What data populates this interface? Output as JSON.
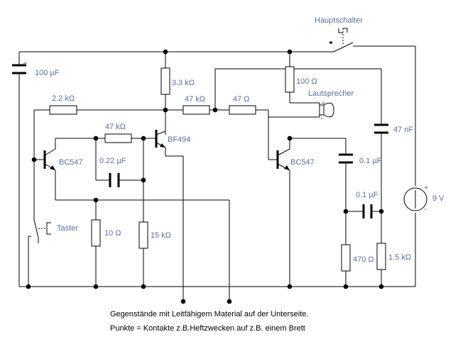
{
  "labels": {
    "main_switch": "Hauptschalter",
    "c1": "100 µF",
    "r_3k3": "3.3 kΩ",
    "r_100": "100 Ω",
    "speaker": "Lautsprecher",
    "r_2k2": "2.2 kΩ",
    "r_47k_top": "47 kΩ",
    "r_47": "47 Ω",
    "r_47k_mid": "47 kΩ",
    "c_47n": "47 nF",
    "t_bf494": "BF494",
    "t_bc547_left": "BC547",
    "c_022u": "0.22 µF",
    "t_bc547_right": "BC547",
    "c_01u_top": "0.1 µF",
    "battery": "9 V",
    "c_01u_mid": "0.1 µF",
    "button": "Taster",
    "r_10": "10 Ω",
    "r_15k": "15 kΩ",
    "r_470": "470 Ω",
    "r_1k5": "1.5 kΩ",
    "plus": "+",
    "minus": "-"
  },
  "caption": {
    "line1": "Gegenstände mit Leitfähigem Material auf der Unterseite.",
    "line2": "Punkte = Kontakte z.B.Heftzwecken auf z.B. einem Brett"
  }
}
